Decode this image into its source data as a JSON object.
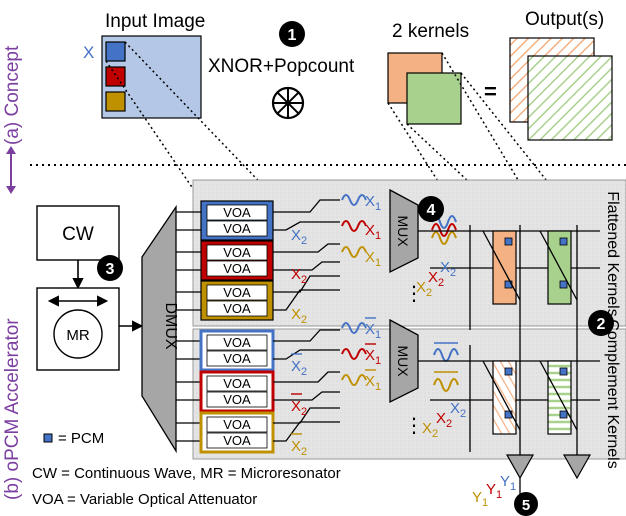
{
  "concept_label": "(a) Concept",
  "accelerator_label": "(b) oPCM Accelerator",
  "input_image_title": "Input Image",
  "x_marker": "X",
  "step_1": "1",
  "step_2": "2",
  "step_3": "3",
  "step_4": "4",
  "step_5": "5",
  "operation_label": "XNOR+Popcount",
  "kernels_title": "2 kernels",
  "outputs_title": "Output(s)",
  "equals": "=",
  "cw_box": "CW",
  "mr_box": "MR",
  "dmux_label": "DMUX",
  "mux_label": "MUX",
  "voa_label": "VOA",
  "flattened_kernels_label": "Flattened Kernels",
  "complement_kernels_label": "Complement Kernels",
  "pcm_legend": "= PCM",
  "cw_definition": "CW = Continuous Wave,  MR = Microresonator",
  "voa_definition": "VOA = Variable Optical Attenuator",
  "signals": {
    "x1": "X",
    "x2": "X",
    "sub1": "1",
    "sub2": "2",
    "dots": "⋮",
    "y": "Y",
    "ysub": "1"
  },
  "colors": {
    "blue": "#4472c4",
    "red": "#c00000",
    "gold": "#bf9000",
    "purple": "#7b3fa0",
    "kernel_orange": "#f4b183",
    "kernel_green": "#a9d18e",
    "image_bg": "#b4c7e7",
    "panel_bg": "#e7e6e6"
  }
}
